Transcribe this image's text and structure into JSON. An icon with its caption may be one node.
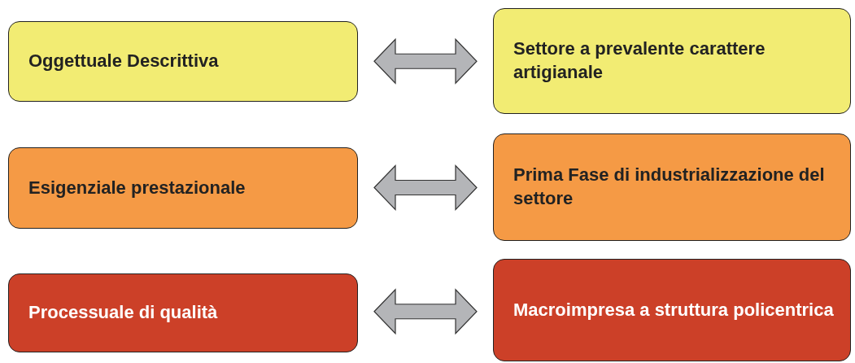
{
  "diagram": {
    "nodes": [
      {
        "text": [
          "Oggettuale Descrittiva"
        ]
      },
      {
        "text": [
          "Settore a prevalente carattere artigianale"
        ]
      },
      {
        "text": [
          "Esigenziale prestazionale"
        ]
      },
      {
        "text": [
          "Prima Fase di industrializzazione del settore"
        ]
      },
      {
        "text": [
          "Processuale di qualità"
        ]
      },
      {
        "text": [
          "Macroimpresa a struttura policentrica"
        ]
      }
    ],
    "edges": [
      {
        "from": 0,
        "to": 1,
        "arrow": "both"
      },
      {
        "from": 2,
        "to": 3,
        "arrow": "both"
      },
      {
        "from": 4,
        "to": 5,
        "arrow": "both"
      }
    ]
  }
}
